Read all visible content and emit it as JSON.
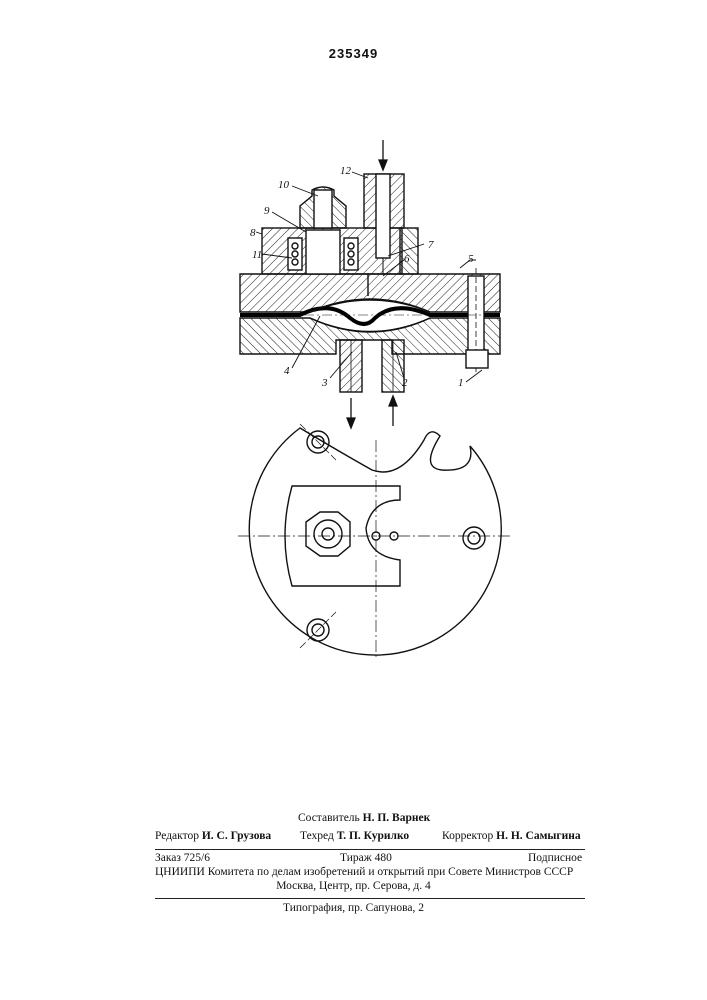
{
  "patent_number": "235349",
  "labels": {
    "l1": "1",
    "l2": "2",
    "l3": "3",
    "l4": "4",
    "l5": "5",
    "l6": "6",
    "l7": "7",
    "l8": "8",
    "l9": "9",
    "l10": "10",
    "l11": "11",
    "l12": "12"
  },
  "imprint": {
    "composer_label": "Составитель",
    "composer_name": "Н. П. Варнек",
    "editor_label": "Редактор",
    "editor_name": "И. С. Грузова",
    "techred_label": "Техред",
    "techred_name": "Т. П. Курилко",
    "corrector_label": "Корректор",
    "corrector_name": "Н. Н. Самыгина",
    "order": "Заказ  725/6",
    "circulation": "Тираж  480",
    "subscription": "Подписное",
    "institute": "ЦНИИПИ Комитета по делам изобретений и открытий при Совете Министров СССР",
    "address": "Москва, Центр, пр. Серова, д. 4",
    "printing": "Типография, пр. Сапунова, 2"
  }
}
